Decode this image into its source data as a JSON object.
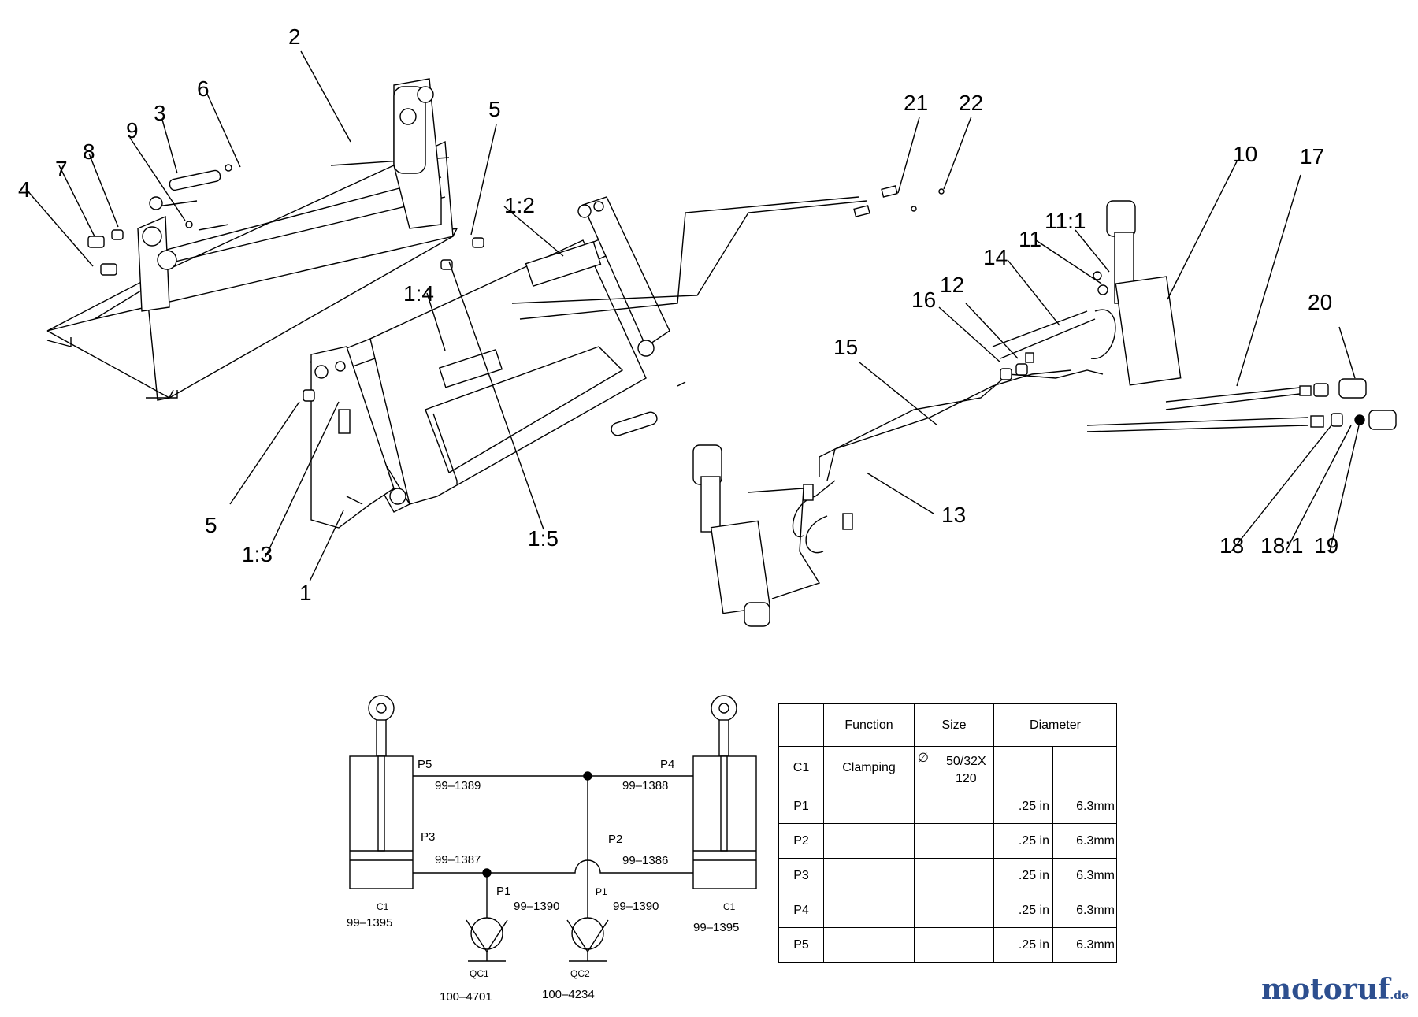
{
  "callouts": {
    "c2": "2",
    "c6": "6",
    "c3": "3",
    "c9": "9",
    "c8": "8",
    "c7": "7",
    "c4": "4",
    "c5a": "5",
    "c12b": "1:2",
    "c14b": "1:4",
    "c5b": "5",
    "c13b": "1:3",
    "c1": "1",
    "c15b": "1:5",
    "c21": "21",
    "c22": "22",
    "c10": "10",
    "c17": "17",
    "c111": "11:1",
    "c11": "11",
    "c14": "14",
    "c16": "16",
    "c12": "12",
    "c15": "15",
    "c13": "13",
    "c20": "20",
    "c18": "18",
    "c181": "18:1",
    "c19": "19"
  },
  "schematic": {
    "p5": "P5",
    "p5_part": "99–1389",
    "p4": "P4",
    "p4_part": "99–1388",
    "p3": "P3",
    "p3_part": "99–1387",
    "p2": "P2",
    "p2_part": "99–1386",
    "p1a": "P1",
    "p1a_part": "99–1390",
    "p1b": "P1",
    "p1b_part": "99–1390",
    "c1a": "C1",
    "c1a_part": "99–1395",
    "c1b": "C1",
    "c1b_part": "99–1395",
    "qc1": "QC1",
    "qc1_part": "100–4701",
    "qc2": "QC2",
    "qc2_part": "100–4234"
  },
  "table": {
    "headers": [
      "",
      "Function",
      "Size",
      "Diameter"
    ],
    "c1": {
      "id": "C1",
      "function": "Clamping",
      "size_symbol": "∅",
      "size_line1": "50/32X",
      "size_line2": "120"
    },
    "rows": [
      {
        "id": "P1",
        "in": ".25 in",
        "mm": "6.3mm"
      },
      {
        "id": "P2",
        "in": ".25 in",
        "mm": "6.3mm"
      },
      {
        "id": "P3",
        "in": ".25 in",
        "mm": "6.3mm"
      },
      {
        "id": "P4",
        "in": ".25 in",
        "mm": "6.3mm"
      },
      {
        "id": "P5",
        "in": ".25 in",
        "mm": "6.3mm"
      }
    ]
  },
  "watermark": {
    "main": "motoruf",
    "suffix": ".de",
    "colors": {
      "blue": "#2d4f8f",
      "red": "#c0392b",
      "amber": "#d4a017"
    }
  }
}
